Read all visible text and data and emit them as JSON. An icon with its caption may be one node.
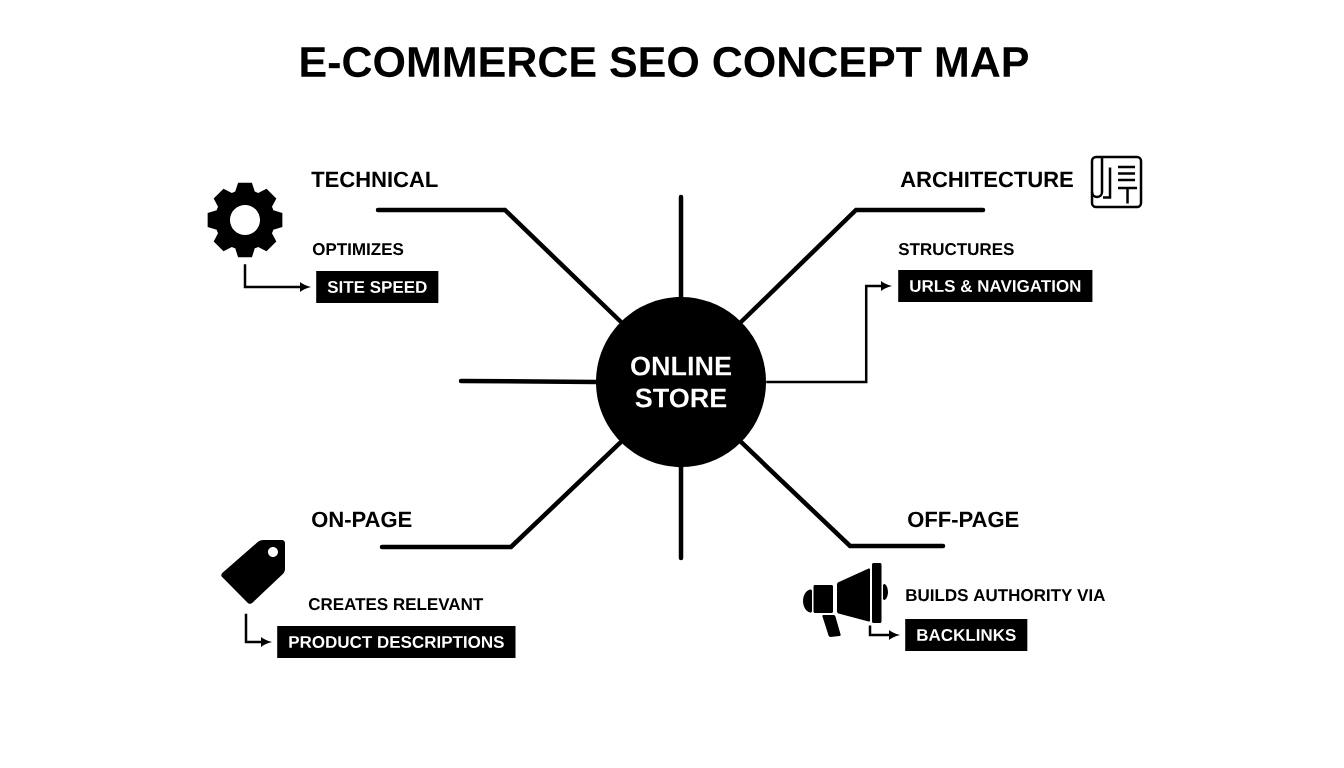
{
  "diagram": {
    "title": "E-COMMERCE SEO CONCEPT MAP",
    "nodes": [
      {
        "text": [
          "ONLINE STORE"
        ]
      },
      {
        "text": [
          "TECHNICAL"
        ]
      },
      {
        "text": [],
        "shape": "picture"
      },
      {
        "text": [
          "SITE SPEED"
        ]
      },
      {
        "text": [
          "ARCHITECTURE"
        ]
      },
      {
        "text": [],
        "shape": "picture"
      },
      {
        "text": [
          "URLS & NAVIGATION"
        ]
      },
      {
        "text": [
          "ON-PAGE"
        ]
      },
      {
        "text": [],
        "shape": "picture"
      },
      {
        "text": [
          "PRODUCT DESCRIPTIONS"
        ]
      },
      {
        "text": [
          "OFF-PAGE"
        ]
      },
      {
        "text": [],
        "shape": "picture"
      },
      {
        "text": [
          "BACKLINKS"
        ]
      }
    ],
    "edges": [
      {
        "from": 0,
        "to": 1,
        "arrow": "none"
      },
      {
        "from": 0,
        "to": 4,
        "arrow": "none"
      },
      {
        "from": 0,
        "to": 7,
        "arrow": "none"
      },
      {
        "from": 0,
        "to": 10,
        "arrow": "none"
      },
      {
        "from": 0,
        "to": null,
        "arrow": "none"
      },
      {
        "from": 0,
        "to": null,
        "arrow": "none"
      },
      {
        "from": 0,
        "to": null,
        "arrow": "none"
      },
      {
        "from": 0,
        "to": 6,
        "arrow": "to"
      },
      {
        "from": 2,
        "to": 3,
        "arrow": "to"
      },
      {
        "from": 8,
        "to": 9,
        "arrow": "to"
      },
      {
        "from": 11,
        "to": 12,
        "arrow": "to"
      }
    ],
    "labels": [
      "OPTIMIZES",
      "STRUCTURES",
      "CREATES RELEVANT",
      "BUILDS AUTHORITY VIA"
    ]
  }
}
